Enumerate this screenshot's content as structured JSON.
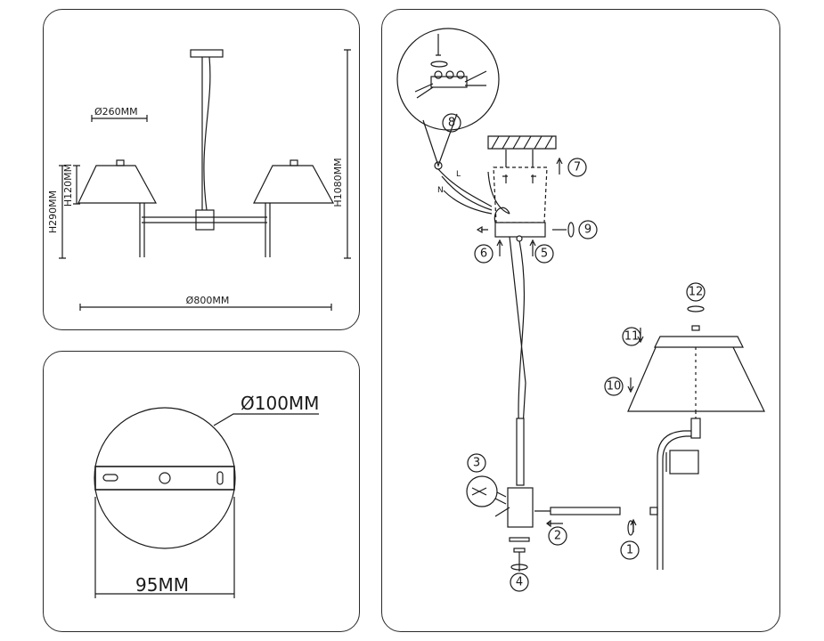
{
  "overview": {
    "dims": {
      "shade_diameter": "Ø260MM",
      "total_height": "H1080MM",
      "shade_height": "H120MM",
      "fixture_height": "H290MM",
      "span": "Ø800MM"
    }
  },
  "plate": {
    "diameter": "Ø100MM",
    "width": "95MM"
  },
  "assembly": {
    "steps": [
      "1",
      "2",
      "3",
      "4",
      "5",
      "6",
      "7",
      "8",
      "9",
      "10",
      "11",
      "12"
    ],
    "wires": {
      "live": "L",
      "neutral": "N"
    }
  }
}
